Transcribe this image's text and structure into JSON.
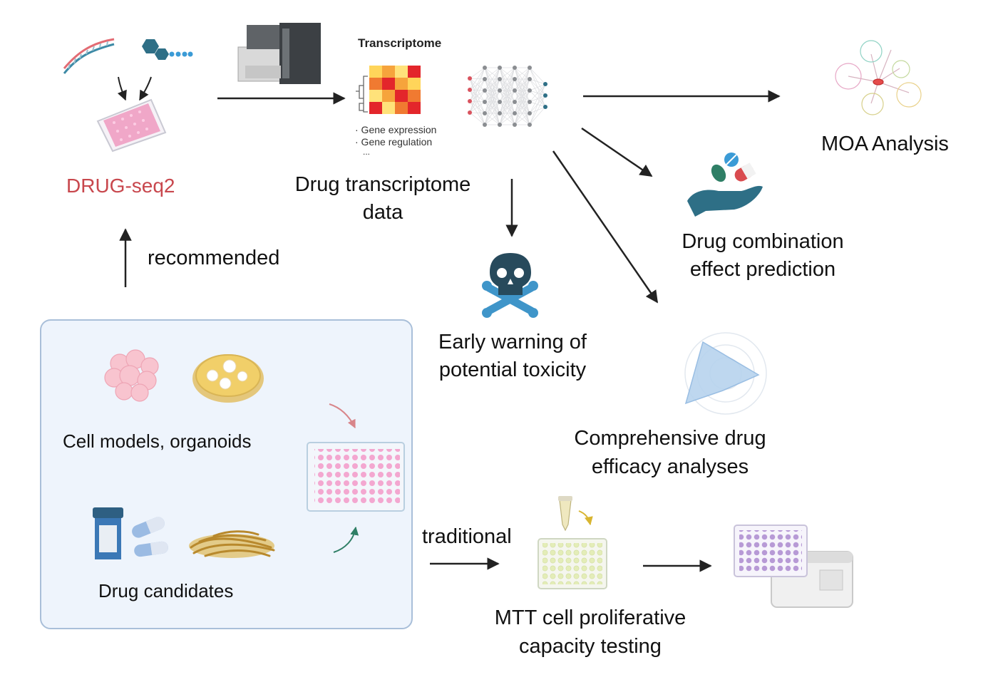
{
  "colors": {
    "arrow": "#222222",
    "drugseq_label": "#c8474d",
    "panel_bg": "#eef4fc",
    "panel_border": "#a9bfd9",
    "icon_teal": "#2e6f86",
    "skull_blue": "#3f95c9",
    "well_pink": "#f3a7d0",
    "heatmap_red": "#e3262b",
    "heatmap_yellow": "#ffd55a"
  },
  "labels": {
    "drugseq": "DRUG-seq2",
    "recommended": "recommended",
    "transcriptome_title": "Transcriptome",
    "gene_expression": "· Gene expression",
    "gene_regulation": "· Gene regulation",
    "ellipsis": "...",
    "drug_transcriptome_line1": "Drug transcriptome",
    "drug_transcriptome_line2": "data",
    "moa": "MOA Analysis",
    "combination_line1": "Drug combination",
    "combination_line2": "effect prediction",
    "toxicity_line1": "Early warning of",
    "toxicity_line2": "potential toxicity",
    "efficacy_line1": "Comprehensive drug",
    "efficacy_line2": "efficacy analyses",
    "cell_models": "Cell models, organoids",
    "drug_candidates": "Drug candidates",
    "traditional": "traditional",
    "mtt_line1": "MTT cell proliferative",
    "mtt_line2": "capacity testing"
  },
  "icons": [
    "dna-strand-icon",
    "molecule-icon",
    "well-plate-icon",
    "sequencer-icon",
    "heatmap-icon",
    "neural-network-icon",
    "network-graph-icon",
    "pill-hand-icon",
    "skull-crossbones-icon",
    "radar-chart-icon",
    "cell-cluster-icon",
    "petri-dish-icon",
    "pill-bottle-icon",
    "capsule-icon",
    "herb-icon",
    "pipette-icon",
    "plate-reader-icon"
  ]
}
